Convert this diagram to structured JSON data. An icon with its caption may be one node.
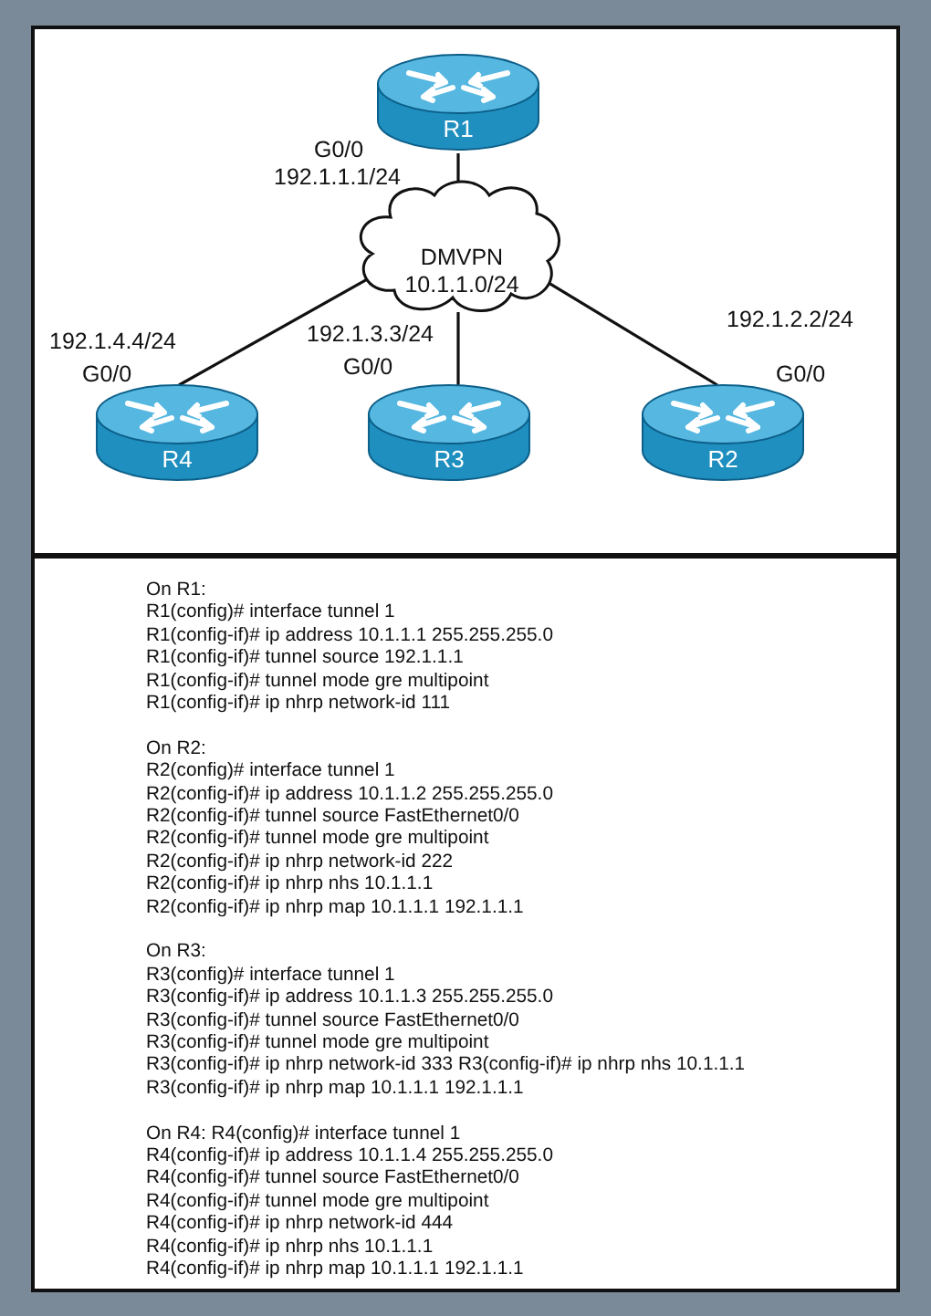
{
  "diagram": {
    "nodes": [
      {
        "text": [
          "R1"
        ],
        "beside": [
          "G0/0",
          "192.1.1.1/24"
        ]
      },
      {
        "text": [
          "DMVPN 10.1.1.0/24"
        ]
      },
      {
        "text": [
          "R4"
        ],
        "beside": [
          "192.1.4.4/24",
          "G0/0"
        ]
      },
      {
        "text": [
          "R3"
        ],
        "beside": [
          "192.1.3.3/24",
          "G0/0"
        ]
      },
      {
        "text": [
          "R2"
        ],
        "beside": [
          "192.1.2.2/24",
          "G0/0"
        ]
      }
    ],
    "edges": [
      {
        "from": 0,
        "to": 1,
        "arrow": "none"
      },
      {
        "from": 2,
        "to": 1,
        "arrow": "none"
      },
      {
        "from": 3,
        "to": 1,
        "arrow": "none"
      },
      {
        "from": 4,
        "to": 1,
        "arrow": "none"
      }
    ],
    "labels": [
      "On R1:",
      "R1(config)# interface tunnel 1",
      "R1(config-if)# ip address 10.1.1.1 255.255.255.0",
      "R1(config-if)# tunnel source 192.1.1.1",
      "R1(config-if)# tunnel mode gre multipoint",
      "R1(config-if)# ip nhrp network-id 111",
      "On R2:",
      "R2(config)# interface tunnel 1",
      "R2(config-if)# ip address 10.1.1.2 255.255.255.0",
      "R2(config-if)# tunnel source FastEthernet0/0",
      "R2(config-if)# tunnel mode gre multipoint",
      "R2(config-if)# ip nhrp network-id 222",
      "R2(config-if)# ip nhrp nhs 10.1.1.1",
      "R2(config-if)# ip nhrp map 10.1.1.1 192.1.1.1",
      "On R3:",
      "R3(config)# interface tunnel 1",
      "R3(config-if)# ip address 10.1.1.3 255.255.255.0",
      "R3(config-if)# tunnel source FastEthernet0/0",
      "R3(config-if)# tunnel mode gre multipoint",
      "R3(config-if)# ip nhrp network-id 333 R3(config-if)# ip nhrp nhs 10.1.1.1",
      "R3(config-if)# ip nhrp map 10.1.1.1 192.1.1.1",
      "On R4: R4(config)# interface tunnel 1",
      "R4(config-if)# ip address 10.1.1.4 255.255.255.0",
      "R4(config-if)# tunnel source FastEthernet0/0",
      "R4(config-if)# tunnel mode gre multipoint",
      "R4(config-if)# ip nhrp network-id 444",
      "R4(config-if)# ip nhrp nhs 10.1.1.1",
      "R4(config-if)# ip nhrp map 10.1.1.1 192.1.1.1"
    ]
  }
}
